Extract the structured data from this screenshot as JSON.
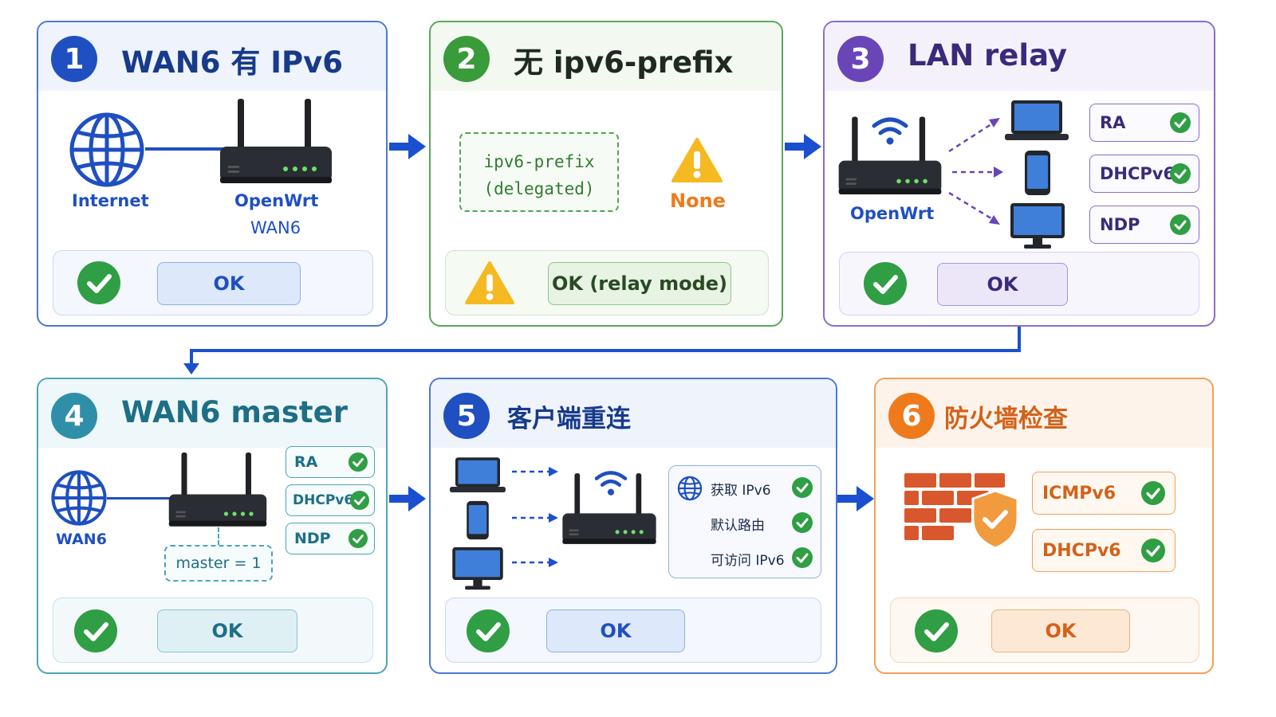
{
  "panels": [
    {
      "number": "1",
      "title": "WAN6 有 IPv6",
      "labels": {
        "internet": "Internet",
        "openwrt": "OpenWrt",
        "wan6": "WAN6"
      },
      "ok_label": "OK"
    },
    {
      "number": "2",
      "title": "无 ipv6-prefix",
      "prefix_lines": [
        "ipv6-prefix",
        "(delegated)"
      ],
      "none_label": "None",
      "ok_label": "OK (relay mode)"
    },
    {
      "number": "3",
      "title": "LAN relay",
      "labels": {
        "openwrt": "OpenWrt"
      },
      "tags": [
        "RA",
        "DHCPv6",
        "NDP"
      ],
      "ok_label": "OK"
    },
    {
      "number": "4",
      "title": "WAN6 master",
      "labels": {
        "wan6": "WAN6",
        "master": "master = 1"
      },
      "tags": [
        "RA",
        "DHCPv6",
        "NDP"
      ],
      "ok_label": "OK"
    },
    {
      "number": "5",
      "title": "客户端重连",
      "checks": [
        "获取 IPv6",
        "默认路由",
        "可访问 IPv6"
      ],
      "ok_label": "OK"
    },
    {
      "number": "6",
      "title": "防火墙检查",
      "tags": [
        "ICMPv6",
        "DHCPv6"
      ],
      "ok_label": "OK"
    }
  ],
  "colors": {
    "blue": "#1f4fc1",
    "green": "#3a9b3a",
    "purple": "#6a45b8",
    "teal": "#2f8fa8",
    "orange": "#ee7a1c",
    "check_green": "#2f9e44",
    "warning_yellow": "#f5b921",
    "arrow_blue": "#1a4fd0"
  },
  "icons": [
    "globe-icon",
    "router-icon",
    "check-icon",
    "warning-icon",
    "wifi-icon",
    "laptop-icon",
    "phone-icon",
    "monitor-icon",
    "firewall-icon",
    "shield-icon"
  ]
}
